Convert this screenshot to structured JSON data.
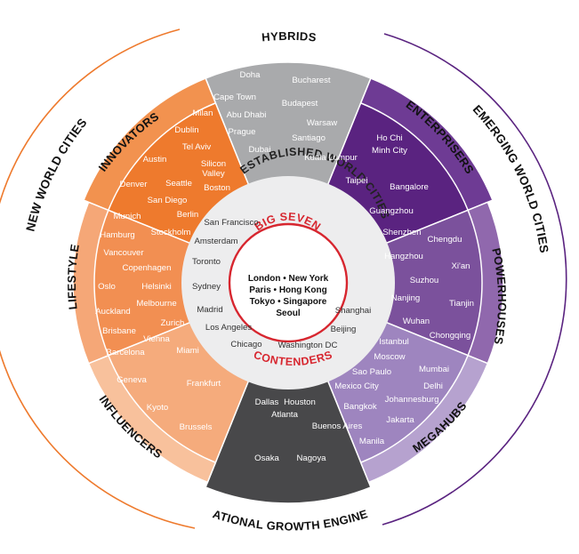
{
  "outer_labels": {
    "new_world": "NEW WORLD CITIES",
    "emerging_world": "EMERGING WORLD CITIES"
  },
  "segments": {
    "hybrids": {
      "label": "HYBRIDS",
      "color": "#a9aaac",
      "cities": [
        "Doha",
        "Bucharest",
        "Cape Town",
        "Budapest",
        "Abu Dhabi",
        "Warsaw",
        "Prague",
        "Santiago",
        "Dubai",
        "Kuala Lumpur"
      ]
    },
    "enterprisers": {
      "label": "ENTERPRISERS",
      "color": "#5a2380",
      "cities": [
        "Ho Chi",
        "Minh City",
        "Taipei",
        "Bangalore",
        "Guangzhou"
      ]
    },
    "powerhouses": {
      "label": "POWERHOUSES",
      "color": "#7b519c",
      "cities": [
        "Shenzhen",
        "Chengdu",
        "Hangzhou",
        "Xi'an",
        "Suzhou",
        "Nanjing",
        "Tianjin",
        "Wuhan",
        "Chongqing"
      ]
    },
    "megahubs": {
      "label": "MEGAHUBS",
      "color": "#9e85bf",
      "cities": [
        "Istanbul",
        "Moscow",
        "Mumbai",
        "Sao Paulo",
        "Delhi",
        "Mexico City",
        "Johannesburg",
        "Bangkok",
        "Jakarta",
        "Buenos Aires",
        "Manila"
      ]
    },
    "national": {
      "label": "NATIONAL GROWTH ENGINES",
      "color": "#48484a",
      "cities": [
        "Dallas",
        "Houston",
        "Atlanta",
        "Osaka",
        "Nagoya"
      ]
    },
    "influencers": {
      "label": "INFLUENCERS",
      "color": "#f5ab7c",
      "cities": [
        "Geneva",
        "Frankfurt",
        "Kyoto",
        "Brussels"
      ]
    },
    "lifestyle": {
      "label": "LIFESTYLE",
      "color": "#f28f52",
      "cities": [
        "Munich",
        "Hamburg",
        "Stockholm",
        "Vancouver",
        "Copenhagen",
        "Oslo",
        "Helsinki",
        "Auckland",
        "Melbourne",
        "Zurich",
        "Brisbane",
        "Vienna",
        "Barcelona",
        "Miami"
      ]
    },
    "innovators": {
      "label": "INNOVATORS",
      "color": "#ee7a2d",
      "cities": [
        "Milan",
        "Dublin",
        "Tel Aviv",
        "Austin",
        "Silicon",
        "Valley",
        "Denver",
        "Seattle",
        "Boston",
        "San Diego",
        "Berlin"
      ]
    }
  },
  "established": {
    "label": "ESTABLISHED WORLD CITIES",
    "cities": [
      "San Francisco",
      "Amsterdam",
      "Toronto",
      "Sydney",
      "Madrid",
      "Los Angeles",
      "Chicago",
      "Washington DC",
      "Beijing",
      "Shanghai"
    ]
  },
  "big_seven": {
    "label": "BIG SEVEN",
    "lines": [
      "London • New York",
      "Paris • Hong Kong",
      "Tokyo • Singapore",
      "Seoul"
    ]
  },
  "contenders": {
    "label": "CONTENDERS"
  },
  "colors": {
    "red": "#d7262f",
    "inner_circle": "#ededee",
    "orange_ring": "#ee7a2d",
    "purple_ring": "#5a2380"
  }
}
